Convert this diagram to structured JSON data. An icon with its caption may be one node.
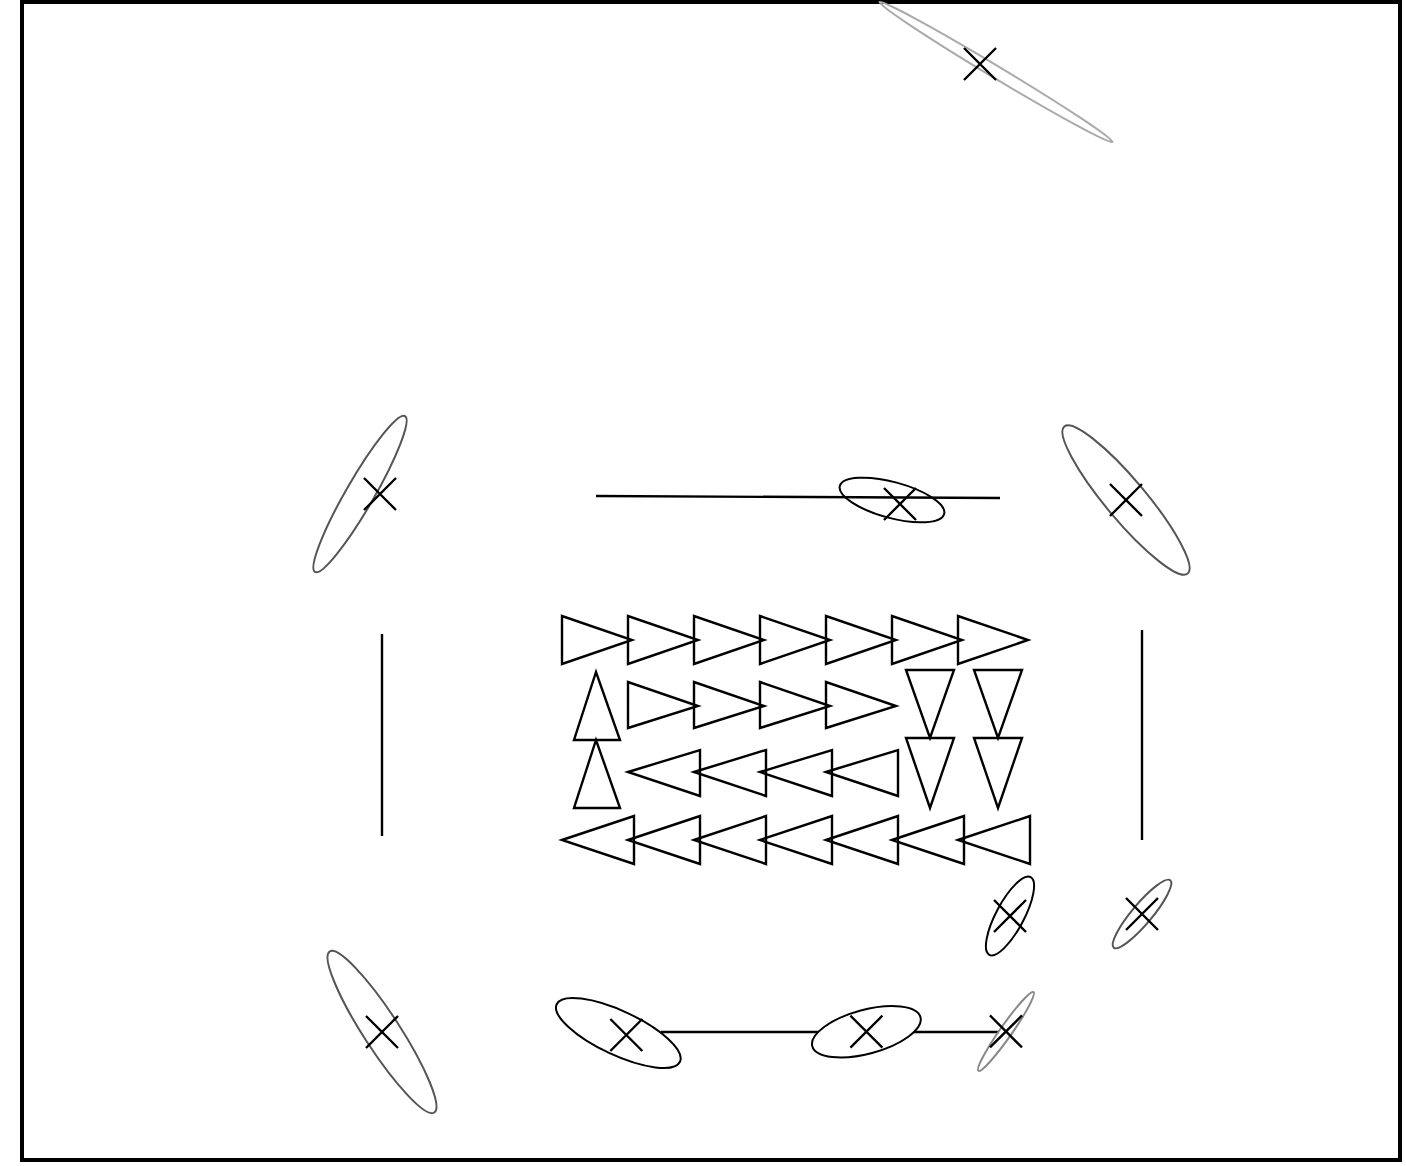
{
  "diagram": {
    "nodes": [
      {
        "text": [],
        "shape": "ellipse"
      },
      {
        "text": [],
        "shape": "ellipse"
      },
      {
        "text": [],
        "shape": "ellipse"
      }
    ],
    "edges": [
      {
        "from": 0,
        "to": 1,
        "arrow": "none"
      },
      {
        "from": 1,
        "to": 2,
        "arrow": "none"
      }
    ]
  }
}
